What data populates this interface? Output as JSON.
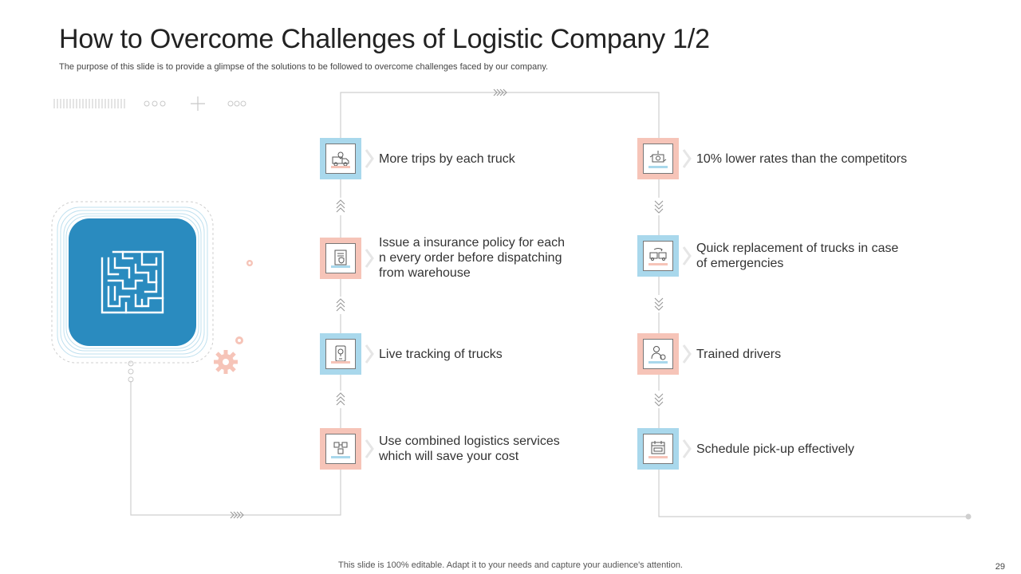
{
  "header": {
    "title": "How to Overcome Challenges of Logistic Company 1/2",
    "subtitle": "The purpose of this slide is to provide a glimpse of the solutions to be followed to overcome challenges faced by our company."
  },
  "colors": {
    "blue": "#a9d8ec",
    "pink": "#f6c4b8",
    "accent_blue": "#2a8bbf",
    "line": "#cccccc"
  },
  "left_column": [
    {
      "label": "More trips by each truck",
      "icon": "delivery-truck-location-icon",
      "tone": "blue"
    },
    {
      "label": "Issue a insurance policy for each n every order before dispatching from warehouse",
      "icon": "insurance-document-icon",
      "tone": "pink"
    },
    {
      "label": "Live tracking of trucks",
      "icon": "mobile-tracking-icon",
      "tone": "blue"
    },
    {
      "label": "Use combined logistics services which will save your cost",
      "icon": "combined-logistics-icon",
      "tone": "pink"
    }
  ],
  "right_column": [
    {
      "label": "10% lower rates than the competitors",
      "icon": "discount-rate-icon",
      "tone": "pink"
    },
    {
      "label": "Quick replacement of trucks in case of emergencies",
      "icon": "truck-replacement-icon",
      "tone": "blue"
    },
    {
      "label": "Trained drivers",
      "icon": "driver-icon",
      "tone": "pink"
    },
    {
      "label": "Schedule pick-up effectively",
      "icon": "calendar-pickup-icon",
      "tone": "blue"
    }
  ],
  "main_icon": "maze-icon",
  "footer": {
    "note": "This slide is 100% editable. Adapt it to your needs and capture your audience's attention.",
    "page_number": "29"
  }
}
